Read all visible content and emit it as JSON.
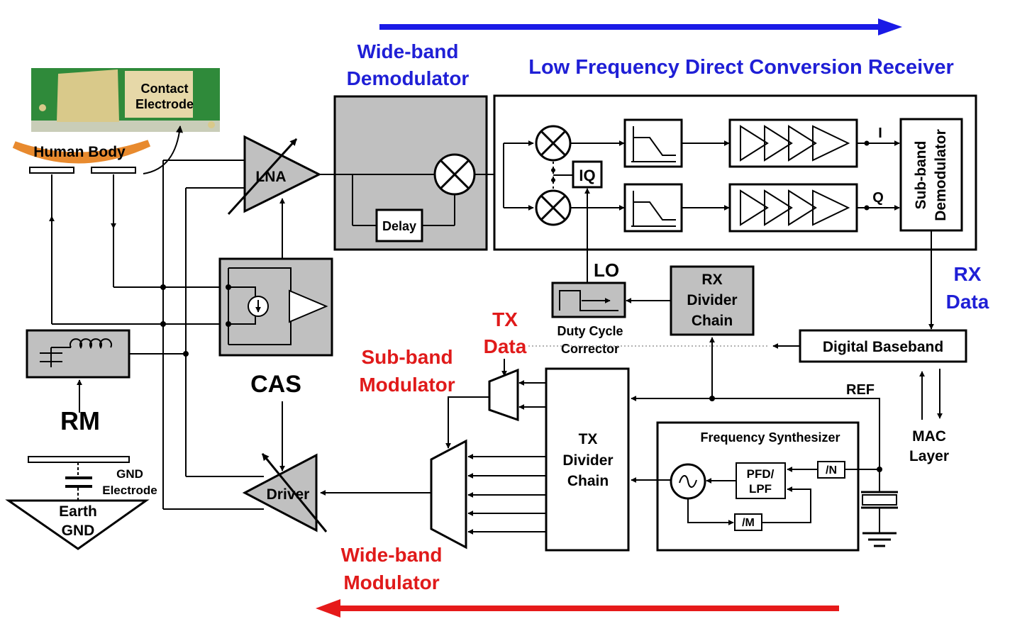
{
  "colors": {
    "rx_arrow": "#1a1ae6",
    "tx_arrow": "#e61a1a",
    "block_gray": "#c0c0c0",
    "blue_text": "#1f1fd6",
    "red_text": "#e01a1a"
  },
  "labels": {
    "contact_electrode": [
      "Contact",
      "Electrode"
    ],
    "human_body": "Human Body",
    "lna": "LNA",
    "wideband_demod": [
      "Wide-band",
      "Demodulator"
    ],
    "lfdcr": "Low Frequency Direct Conversion Receiver",
    "delay": "Delay",
    "iq": "IQ",
    "i": "I",
    "q": "Q",
    "subband_demod": [
      "Sub-band",
      "Demodulator"
    ],
    "rx_data": [
      "RX",
      "Data"
    ],
    "lo": "LO",
    "rx_divider": [
      "RX",
      "Divider",
      "Chain"
    ],
    "duty_cycle": [
      "Duty Cycle",
      "Corrector"
    ],
    "cas": "CAS",
    "rm": "RM",
    "gnd_electrode": [
      "GND",
      "Electrode"
    ],
    "earth_gnd": [
      "Earth",
      "GND"
    ],
    "driver": "Driver",
    "tx_data": [
      "TX",
      "Data"
    ],
    "subband_mod": [
      "Sub-band",
      "Modulator"
    ],
    "wideband_mod": [
      "Wide-band",
      "Modulator"
    ],
    "tx_divider": [
      "TX",
      "Divider",
      "Chain"
    ],
    "digital_baseband": "Digital Baseband",
    "ref": "REF",
    "mac_layer": [
      "MAC",
      "Layer"
    ],
    "freq_synth": "Frequency Synthesizer",
    "pfd_lpf": [
      "PFD/",
      "LPF"
    ],
    "div_n": "/N",
    "div_m": "/M"
  }
}
